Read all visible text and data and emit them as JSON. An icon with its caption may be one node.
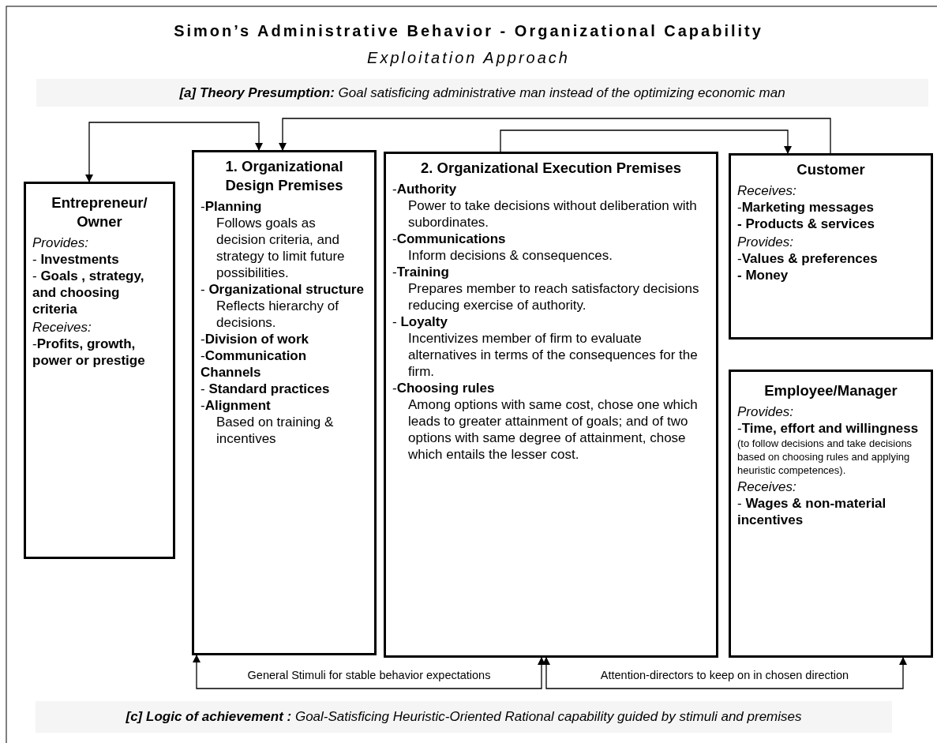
{
  "diagram": {
    "title": "Simon’s Administrative Behavior - Organizational Capability",
    "nodes": [
      {
        "text": [
          "**[a] Theory Presumption:** Goal satisficing administrative man instead of the optimizing economic man"
        ]
      },
      {
        "text": [
          "Entrepreneur/ Owner",
          "Provides:",
          "- **Investments**",
          "- **Goals , strategy, and choosing criteria**",
          "Receives:",
          "-**Profits, growth, power or prestige**"
        ]
      },
      {
        "text": [
          "1. Organizational Design Premises",
          "-**Planning**",
          "Follows goals as decision criteria, and strategy to limit future possibilities.",
          "- **Organizational structure**",
          "Reflects hierarchy of decisions.",
          "-**Division of work**",
          "-**Communication Channels**",
          "- **Standard practices**",
          "-**Alignment**",
          "Based on training & incentives"
        ]
      },
      {
        "text": [
          "2. Organizational Execution Premises",
          "-**Authority**",
          "Power to take decisions without deliberation with subordinates.",
          "-**Communications**",
          "Inform decisions & consequences.",
          "-**Training**",
          "Prepares member to reach satisfactory decisions reducing exercise of authority.",
          "- **Loyalty**",
          "Incentivizes member of firm to evaluate alternatives in terms of the consequences for the firm.",
          "-**Choosing rules**",
          "Among options with same cost, chose one which leads to greater attainment of goals; and of two options with same degree of attainment, chose which entails the lesser cost."
        ]
      },
      {
        "text": [
          "Customer",
          "Receives:",
          "-**Marketing messages**",
          "**- Products & services**",
          "Provides:",
          "-**Values & preferences**",
          "**- Money**"
        ]
      },
      {
        "text": [
          "Employee/Manager",
          "Provides:",
          "-**Time, effort and willingness**",
          "(to follow decisions and take decisions based on choosing rules and applying heuristic competences).",
          "Receives:",
          "- **Wages & non-material incentives**"
        ]
      },
      {
        "text": [
          "**[c] Logic of achievement :** Goal-Satisficing Heuristic-Oriented Rational capability guided by stimuli and premises"
        ]
      }
    ],
    "edges": [
      {
        "from": 1,
        "to": 2,
        "arrow": "both"
      },
      {
        "from": 4,
        "to": 2,
        "arrow": "to"
      },
      {
        "from": 3,
        "to": 4,
        "arrow": "to"
      },
      {
        "from": 2,
        "to": 3,
        "arrow": "both",
        "label": "General Stimuli for stable behavior expectations"
      },
      {
        "from": 3,
        "to": 5,
        "arrow": "both",
        "label": "Attention-directors to keep on in chosen direction"
      }
    ],
    "labels": [
      "Exploitation Approach"
    ]
  }
}
